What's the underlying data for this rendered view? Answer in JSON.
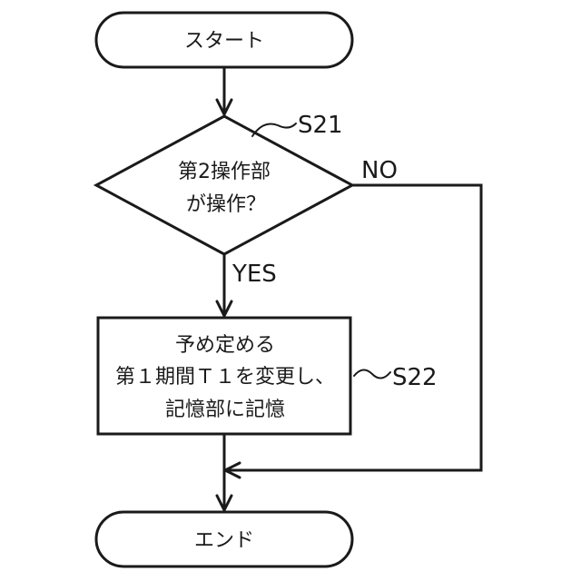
{
  "start": {
    "label": "スタート"
  },
  "decision": {
    "step_id": "S21",
    "lines": [
      "第2操作部",
      "が操作？"
    ],
    "no_label": "NO",
    "yes_label": "YES"
  },
  "process": {
    "step_id": "S22",
    "lines": [
      "予め定める",
      "第１期間Ｔ１を変更し、",
      "記憶部に記憶"
    ]
  },
  "end": {
    "label": "エンド"
  }
}
